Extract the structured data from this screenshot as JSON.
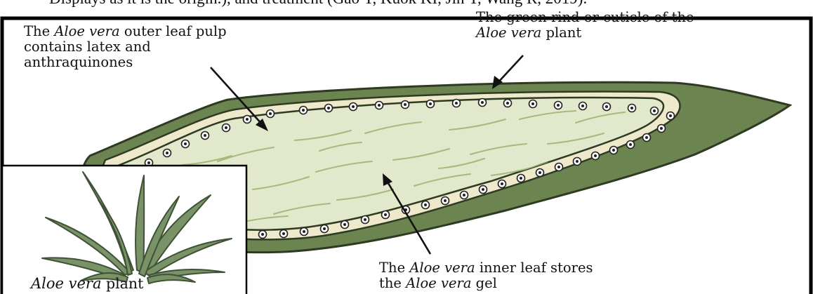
{
  "page_header_fragment": "Displays as it is the origin.), and treatment (Gao Y, Kuok KI, Jin Y, Wang R, 2019).",
  "labels": {
    "outer_pulp": {
      "line1_prefix": "The ",
      "line1_italic": "Aloe vera",
      "line1_suffix": " outer leaf pulp",
      "line2": "contains latex and",
      "line3": "anthraquinones"
    },
    "rind": {
      "line1": "The green rind or cuticle of the",
      "line2_italic": "Aloe vera",
      "line2_suffix": " plant"
    },
    "inner_gel": {
      "line1_prefix": "The ",
      "line1_italic": "Aloe vera",
      "line1_suffix": " inner leaf stores",
      "line2_prefix": "the ",
      "line2_italic": "Aloe vera",
      "line2_suffix": "  gel"
    },
    "plant": {
      "italic": "Aloe vera",
      "suffix": " plant"
    }
  },
  "colors": {
    "frame": "#000000",
    "rind": "#6b8450",
    "rind_dark": "#2f3a23",
    "pulp_band": "#efe9cc",
    "gel": "#e2e8cb",
    "gel_strokes": "#a7b97c",
    "cell_dot": "#222222",
    "plant_leaf": "#7a9268",
    "plant_leaf_dark": "#3f5236"
  },
  "icons": {
    "arrows": [
      "arrow-outer-pulp-icon",
      "arrow-rind-icon",
      "arrow-inner-gel-icon"
    ],
    "plant": "aloe-plant-icon"
  }
}
